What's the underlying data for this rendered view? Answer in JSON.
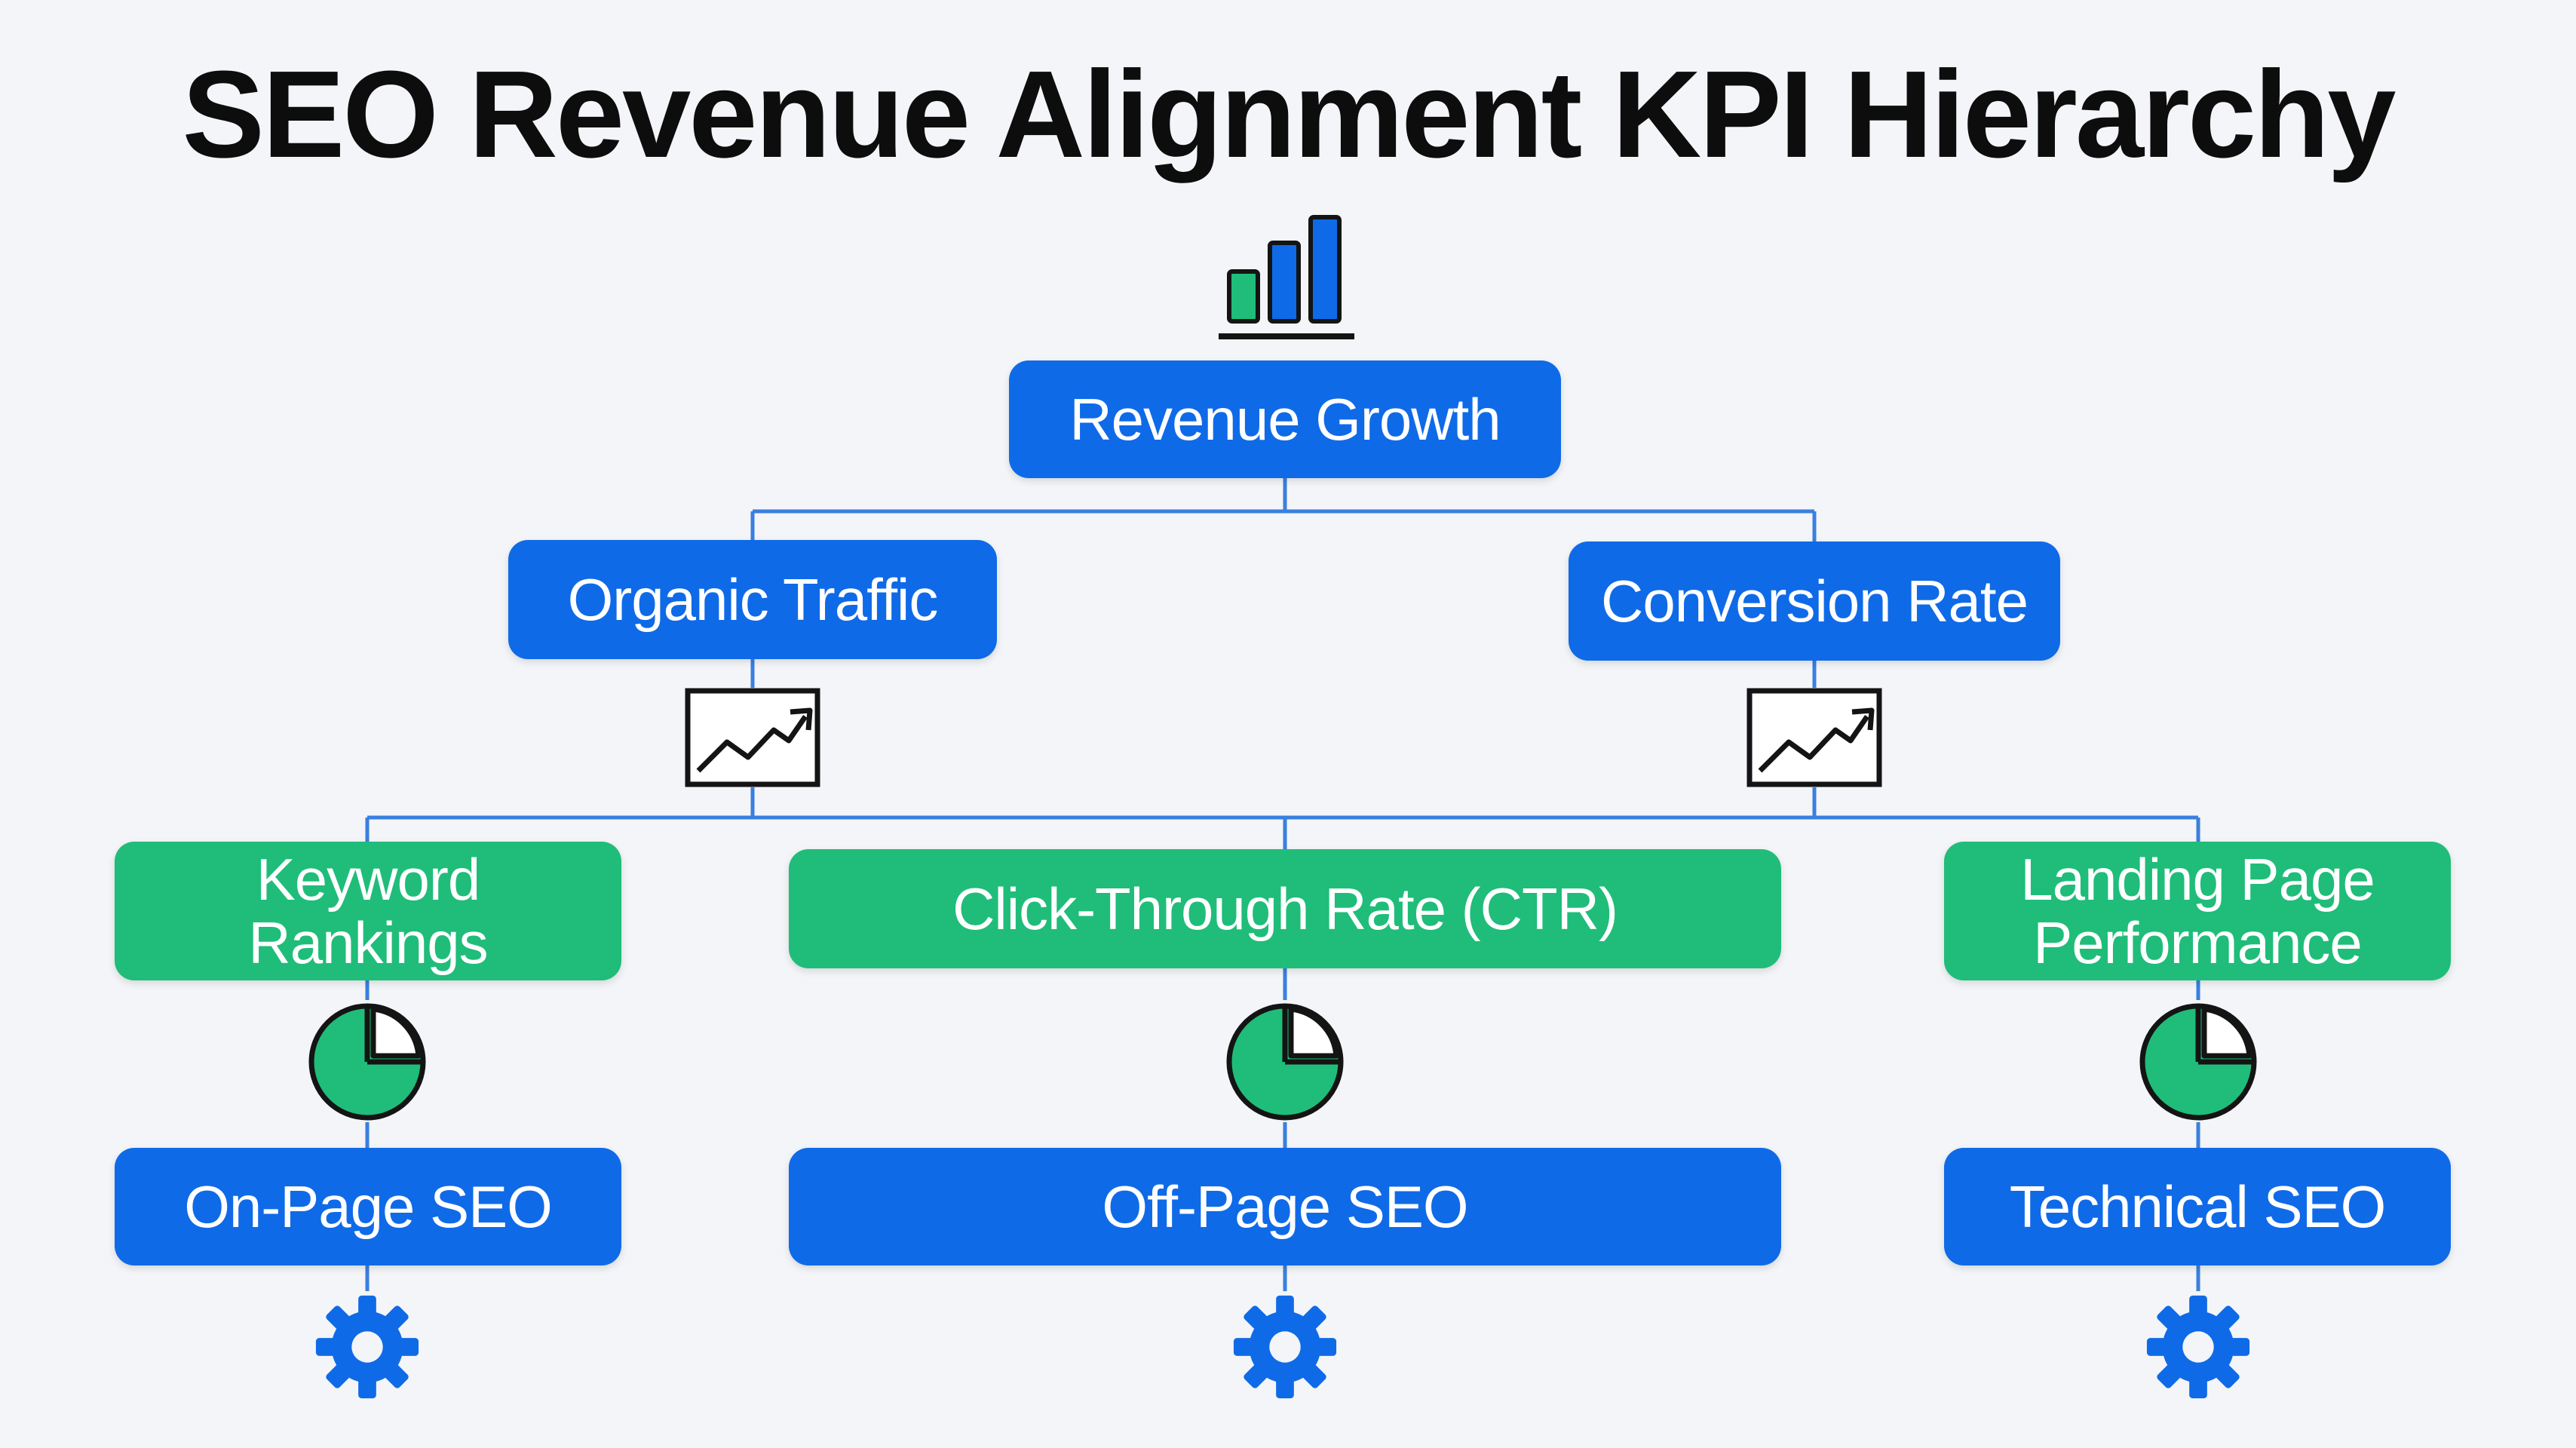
{
  "title": "SEO Revenue Alignment KPI Hierarchy",
  "colors": {
    "blue": "#0f6ae8",
    "green": "#1fbd79",
    "connector": "#3a7fe0",
    "icon_outline": "#141414"
  },
  "root": {
    "label": "Revenue Growth",
    "icon": "bar-chart-icon"
  },
  "level2": [
    {
      "label": "Organic Traffic",
      "icon": "trend-line-chart-icon"
    },
    {
      "label": "Conversion Rate",
      "icon": "trend-line-chart-icon"
    }
  ],
  "level3": [
    {
      "label": "Keyword Rankings",
      "icon": "pie-chart-icon"
    },
    {
      "label": "Click-Through Rate (CTR)",
      "icon": "pie-chart-icon"
    },
    {
      "label": "Landing Page Performance",
      "icon": "pie-chart-icon"
    }
  ],
  "level4": [
    {
      "label": "On-Page SEO",
      "icon": "gear-icon"
    },
    {
      "label": "Off-Page SEO",
      "icon": "gear-icon"
    },
    {
      "label": "Technical SEO",
      "icon": "gear-icon"
    }
  ]
}
